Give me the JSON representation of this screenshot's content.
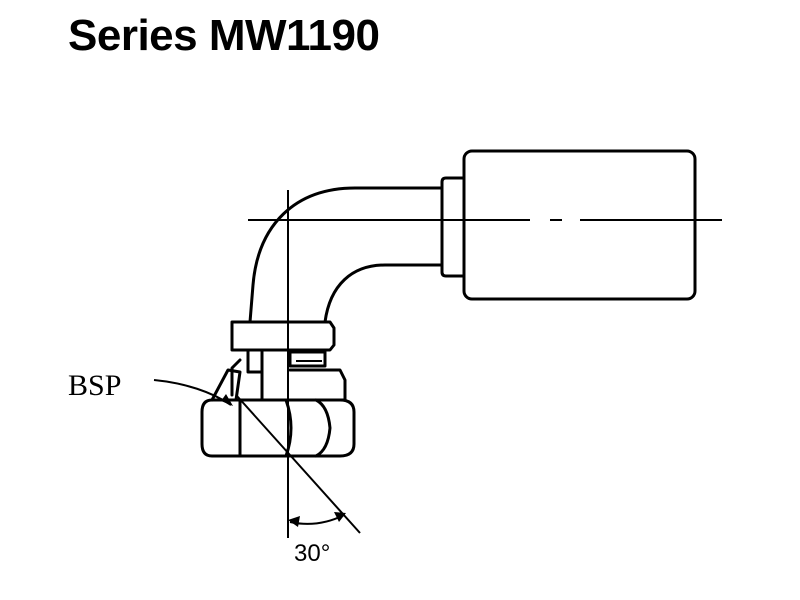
{
  "title": "Series MW1190",
  "labels": {
    "thread": "BSP",
    "angle": "30°"
  }
}
